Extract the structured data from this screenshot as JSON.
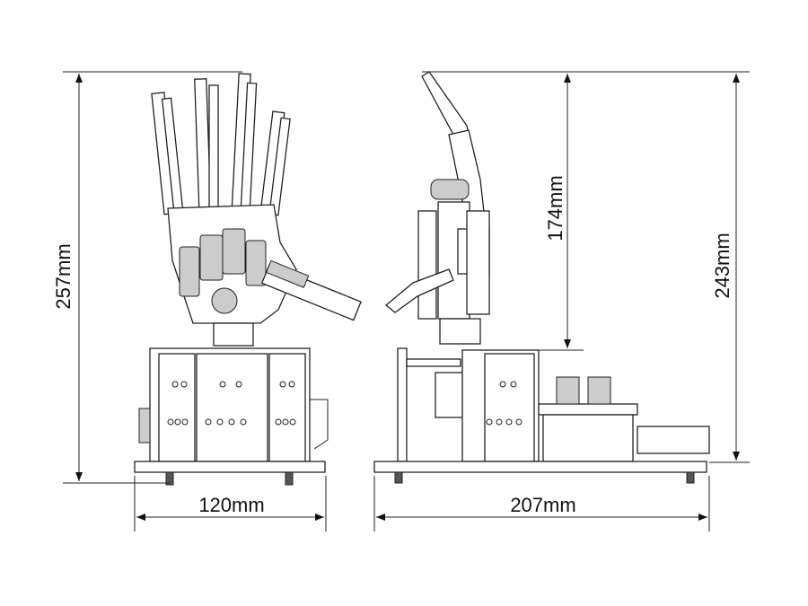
{
  "dimensions": {
    "front_height": "257mm",
    "front_width": "120mm",
    "side_hand_height": "174mm",
    "side_total_height": "243mm",
    "side_width": "207mm"
  },
  "colors": {
    "line": "#222222",
    "background": "#ffffff"
  }
}
